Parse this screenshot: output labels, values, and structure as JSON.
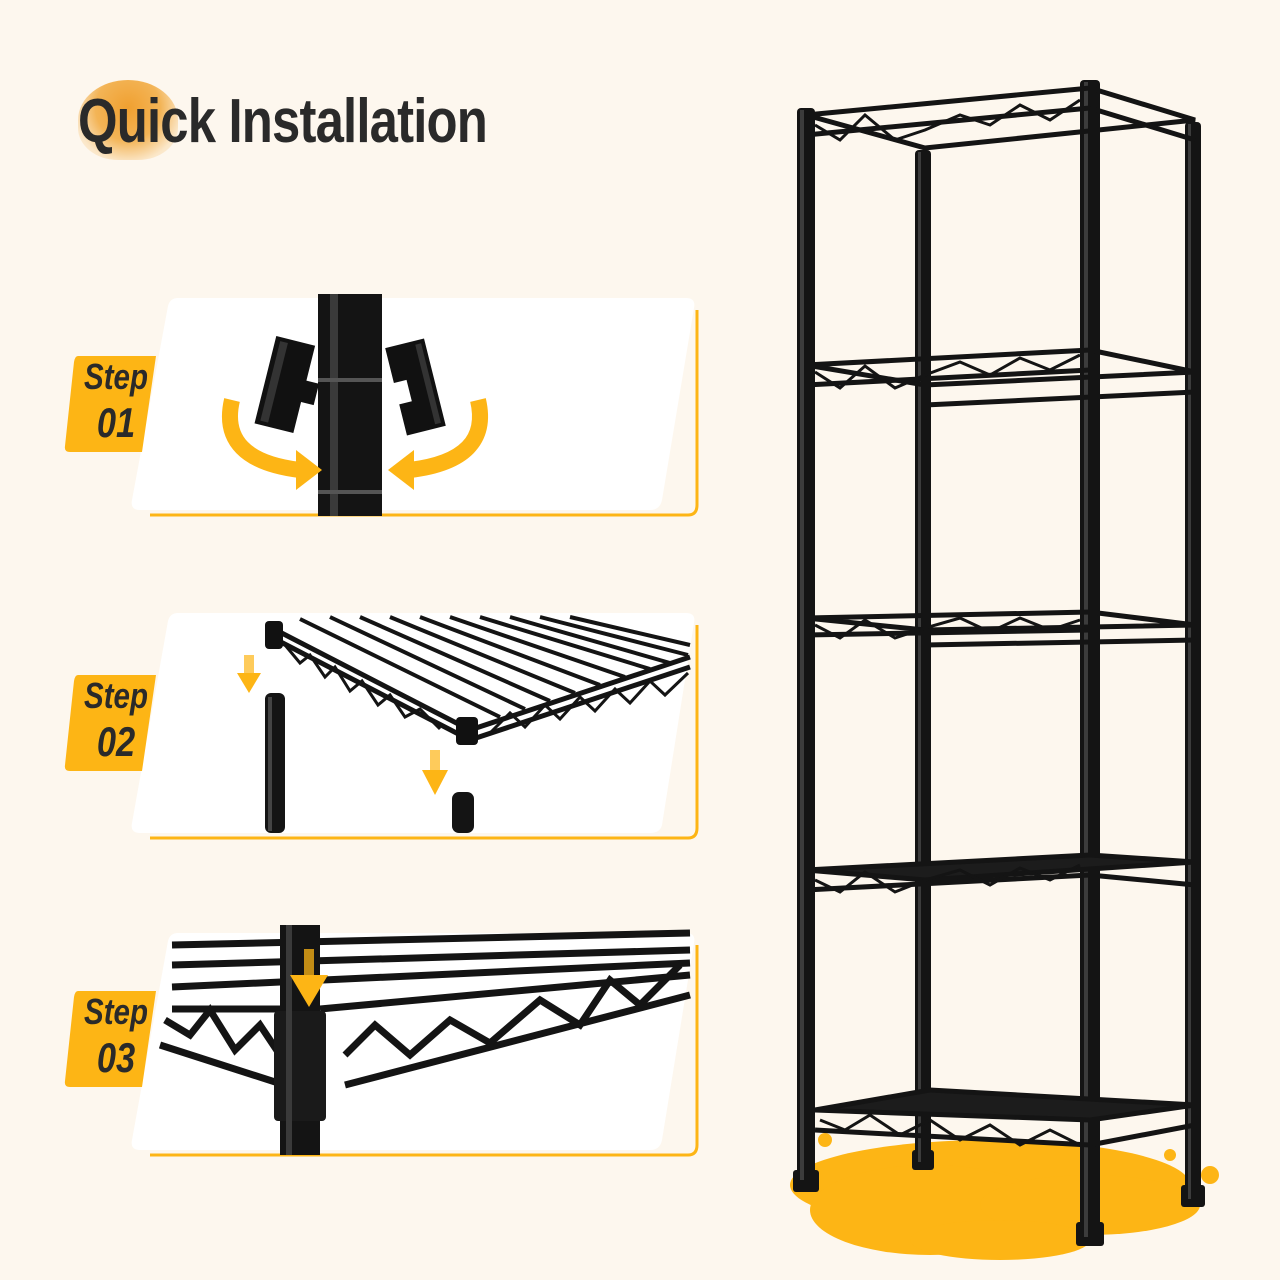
{
  "header": {
    "title": "Quick Installation"
  },
  "steps": [
    {
      "label": "Step",
      "number": "01",
      "description_icon": "sleeve-clip-rotate-illustration"
    },
    {
      "label": "Step",
      "number": "02",
      "description_icon": "shelf-corner-drop-illustration"
    },
    {
      "label": "Step",
      "number": "03",
      "description_icon": "pole-insert-illustration"
    }
  ],
  "product": {
    "name_icon": "five-tier-wire-shelving-rack",
    "tiers": 5
  },
  "colors": {
    "background": "#fdf7ee",
    "accent": "#fdb515",
    "text": "#2a2a2a",
    "metal": "#141414",
    "card": "#ffffff"
  }
}
